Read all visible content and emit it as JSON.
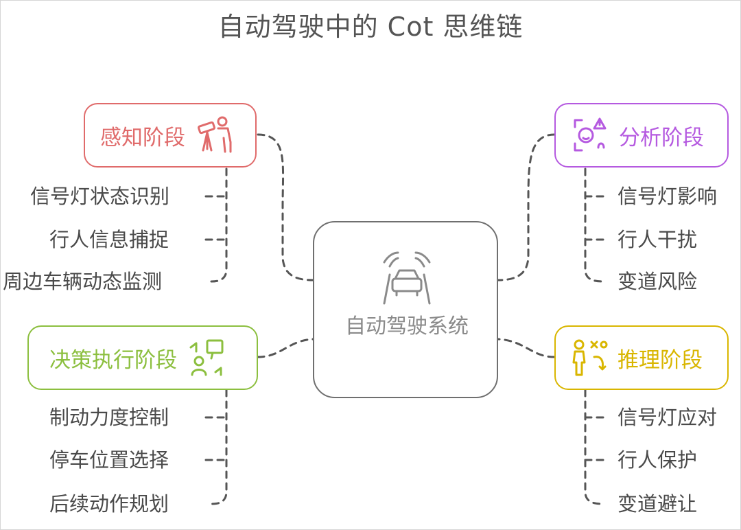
{
  "title": "自动驾驶中的 Cot 思维链",
  "center": {
    "label": "自动驾驶系统",
    "icon": "car-sensor-icon"
  },
  "stages": {
    "perception": {
      "label": "感知阶段",
      "color": "#e06b6b",
      "icon": "telescope-observer-icon",
      "items": [
        "信号灯状态识别",
        "行人信息捕捉",
        "周边车辆动态监测"
      ]
    },
    "analysis": {
      "label": "分析阶段",
      "color": "#b55ae0",
      "icon": "face-warning-icon",
      "items": [
        "信号灯影响",
        "行人干扰",
        "变道风险"
      ]
    },
    "decision": {
      "label": "决策执行阶段",
      "color": "#8cbf3f",
      "icon": "person-presentation-icon",
      "items": [
        "制动力度控制",
        "停车位置选择",
        "后续动作规划"
      ]
    },
    "reasoning": {
      "label": "推理阶段",
      "color": "#d9b600",
      "icon": "person-strategy-icon",
      "items": [
        "信号灯应对",
        "行人保护",
        "变道避让"
      ]
    }
  }
}
